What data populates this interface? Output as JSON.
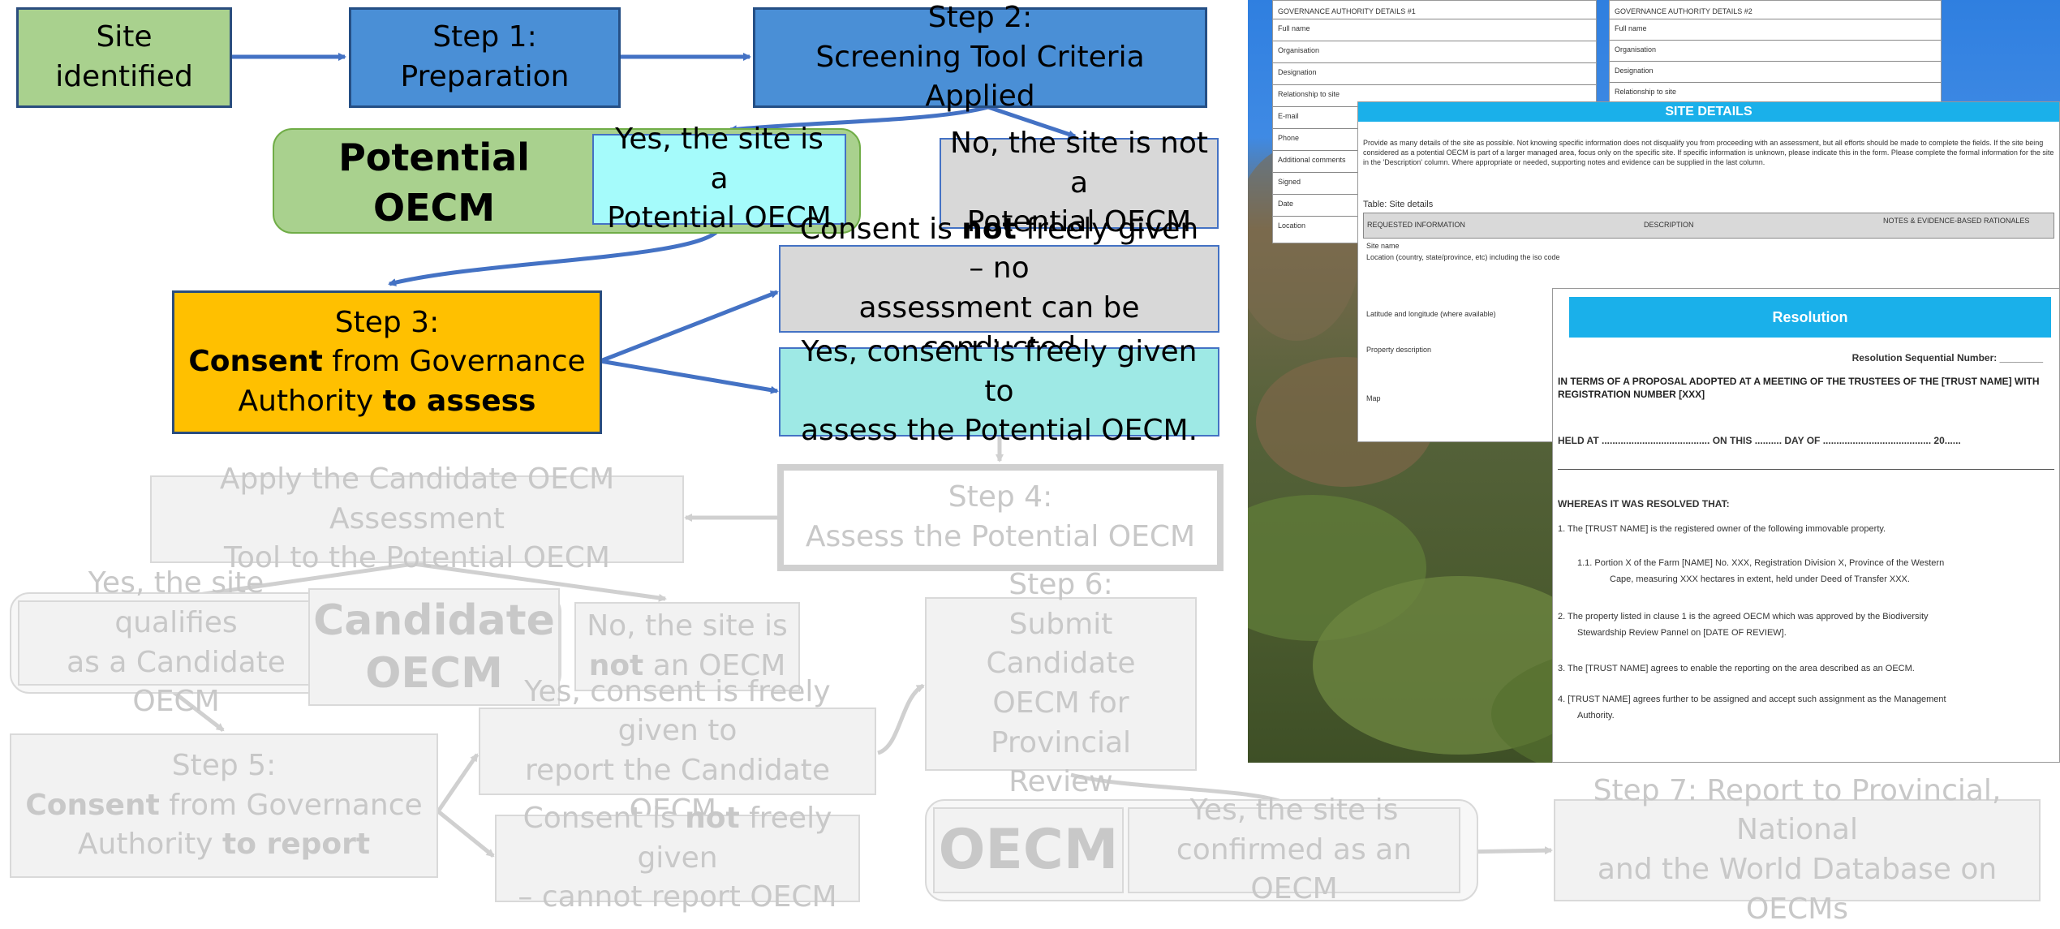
{
  "flow": {
    "site_identified": [
      "Site",
      "identified"
    ],
    "step1": [
      "Step 1:",
      "Preparation"
    ],
    "step2": [
      "Step 2:",
      "Screening Tool Criteria Applied"
    ],
    "potential_oecm": "Potential OECM",
    "yes_potential": [
      "Yes, the site is a",
      "Potential OECM"
    ],
    "no_potential": [
      "No, the site is not a",
      "Potential OECM"
    ],
    "step3": {
      "line1": "Step 3:",
      "bold1": "Consent",
      "rest1": " from Governance",
      "rest2": "Authority ",
      "bold2": "to assess"
    },
    "consent_not": {
      "pre": "Consent is ",
      "bold": "not",
      "post": " freely given – no",
      "line2": "assessment can be conducted"
    },
    "consent_yes": [
      "Yes, consent is freely given to",
      "assess the Potential OECM."
    ],
    "apply_tool": [
      "Apply the Candidate OECM Assessment",
      "Tool to the Potential OECM"
    ],
    "step4": [
      "Step 4:",
      "Assess the Potential OECM"
    ],
    "yes_candidate": [
      "Yes, the site qualifies",
      "as a Candidate OECM"
    ],
    "candidate_oecm": [
      "Candidate",
      "OECM"
    ],
    "no_oecm": {
      "line1": "No, the site is",
      "bold": "not",
      "post": " an OECM"
    },
    "step6": [
      "Step 6:",
      "Submit Candidate",
      "OECM for",
      "Provincial Review"
    ],
    "step5": {
      "line1": "Step 5:",
      "bold1": "Consent",
      "rest1": " from Governance",
      "rest2": "Authority ",
      "bold2": "to report"
    },
    "consent_report_yes": [
      "Yes, consent is freely given to",
      "report the Candidate OECM."
    ],
    "consent_report_not": {
      "pre": "Consent is ",
      "bold": "not",
      "post": " freely given",
      "line2": "– cannot report OECM"
    },
    "oecm": "OECM",
    "confirmed": [
      "Yes, the site is",
      "confirmed as an OECM"
    ],
    "step7": [
      "Step 7: Report to Provincial, National",
      "and the World Database on OECMs"
    ]
  },
  "documents": {
    "gov1_header": "GOVERNANCE AUTHORITY DETAILS #1",
    "gov2_header": "GOVERNANCE AUTHORITY DETAILS #2",
    "gov_rows": [
      "Full name",
      "Organisation",
      "Designation",
      "Relationship to site",
      "E-mail",
      "Phone",
      "Additional comments",
      "Signed",
      "Date",
      "Location"
    ],
    "site_details_title": "SITE DETAILS",
    "site_intro": "Provide as many details of the site as possible. Not knowing specific information does not disqualify you from proceeding with an assessment, but all efforts should be made to complete the fields. If the site being considered as a potential OECM is part of a larger managed area, focus only on the specific site. If specific information is unknown, please indicate this in the form. Please complete the formal information for the site in the 'Description' column. Where appropriate or needed, supporting notes and evidence can be supplied in the last column.",
    "table_caption": "Table: Site details",
    "table_cols": [
      "REQUESTED INFORMATION",
      "DESCRIPTION",
      "NOTES & EVIDENCE-BASED RATIONALES"
    ],
    "table_rows": [
      "Site name",
      "Location (country, state/province, etc) including the iso code",
      "Latitude and longitude (where available)",
      "Property description",
      "Map"
    ],
    "resolution_title": "Resolution",
    "resolution_seq": "Resolution Sequential Number: ________",
    "resolution_terms": "IN TERMS OF A PROPOSAL ADOPTED AT A MEETING OF THE TRUSTEES OF THE [TRUST NAME] WITH REGISTRATION NUMBER [XXX]",
    "held_at": "HELD AT ........................................ ON THIS .......... DAY OF ........................................ 20......",
    "whereas": "WHEREAS IT WAS RESOLVED THAT:",
    "clauses": [
      "1.   The [TRUST NAME] is the registered owner of the following immovable property.",
      "1.1.   Portion X of the Farm [NAME] No. XXX, Registration Division X, Province of the Western",
      "Cape, measuring XXX hectares in extent, held under Deed of Transfer XXX.",
      "2.   The property listed in clause 1 is the agreed OECM which was approved by the Biodiversity",
      "Stewardship Review Pannel on [DATE OF REVIEW].",
      "3.   The [TRUST NAME] agrees to enable the reporting on the area described as an OECM.",
      "4.   [TRUST NAME] agrees further to be assigned and accept such assignment as the Management",
      "Authority."
    ]
  },
  "colors": {
    "green": "#a9d18e",
    "blue": "#4a8fd6",
    "orange": "#ffc000",
    "cyan": "#9ee9e5",
    "gray": "#d8d8d8",
    "faded": "#f2f2f2",
    "arrow": "#4472c4",
    "doc_bar": "#1ab0ea"
  }
}
